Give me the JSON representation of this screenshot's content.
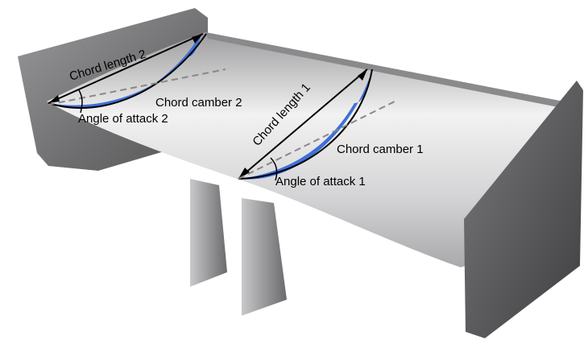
{
  "labels": {
    "chord_length_2": "Chord length 2",
    "chord_camber_2": "Chord camber 2",
    "angle_of_attack_2": "Angle of attack 2",
    "chord_length_1": "Chord length 1",
    "chord_camber_1": "Chord camber 1",
    "angle_of_attack_1": "Angle of attack 1"
  },
  "colors": {
    "airfoil_section": "#3f6fd6",
    "endplate": "#6e6e70",
    "wing_surface": "#d8d8da"
  }
}
